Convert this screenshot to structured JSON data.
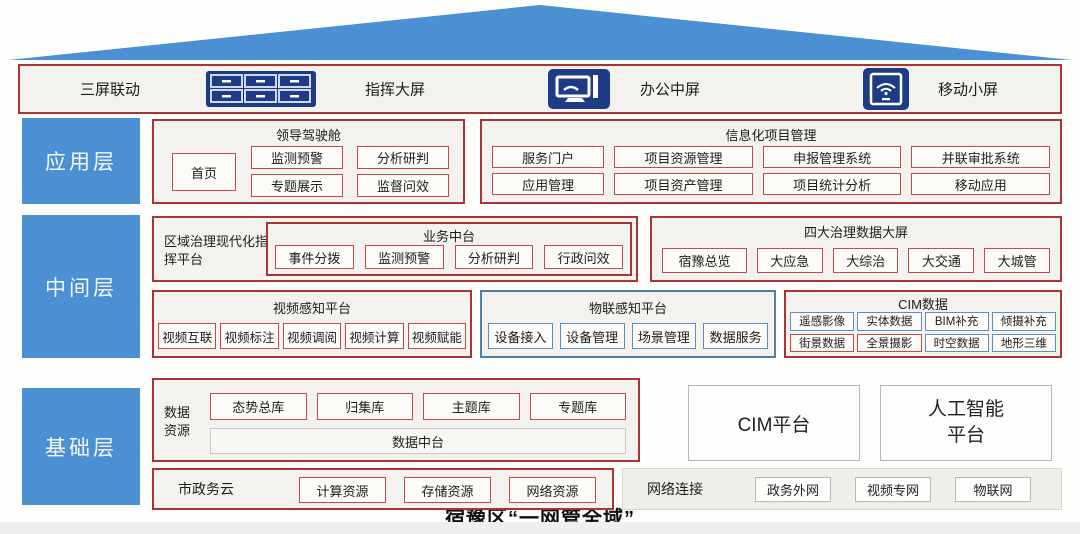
{
  "title": "宿豫区“一网管全域”",
  "top_bar": {
    "screen_linkage": "三屏联动",
    "command_screen": "指挥大屏",
    "office_screen": "办公中屏",
    "mobile_screen": "移动小屏"
  },
  "app_layer": {
    "label": "应用层",
    "cockpit": {
      "title": "领导驾驶舱",
      "home": "首页",
      "items": [
        "监测预警",
        "分析研判",
        "专题展示",
        "监督问效"
      ]
    },
    "project": {
      "title": "信息化项目管理",
      "items": [
        "服务门户",
        "项目资源管理",
        "申报管理系统",
        "并联审批系统",
        "应用管理",
        "项目资产管理",
        "项目统计分析",
        "移动应用"
      ]
    }
  },
  "mid_layer": {
    "label": "中间层",
    "command_platform": {
      "label": "区域治理现代化指挥平台",
      "business": {
        "title": "业务中台",
        "items": [
          "事件分拨",
          "监测预警",
          "分析研判",
          "行政问效"
        ]
      }
    },
    "gov_screens": {
      "title": "四大治理数据大屏",
      "items": [
        "宿豫总览",
        "大应急",
        "大综治",
        "大交通",
        "大城管"
      ]
    },
    "video": {
      "title": "视频感知平台",
      "items": [
        "视频互联",
        "视频标注",
        "视频调阅",
        "视频计算",
        "视频赋能"
      ]
    },
    "iot": {
      "title": "物联感知平台",
      "items": [
        "设备接入",
        "设备管理",
        "场景管理",
        "数据服务"
      ]
    },
    "cim": {
      "title": "CIM数据",
      "row1": [
        "遥感影像",
        "实体数据",
        "BIM补充",
        "倾摄补充"
      ],
      "row2": [
        "街景数据",
        "全景摄影",
        "时空数据",
        "地形三维"
      ]
    }
  },
  "base_layer": {
    "label": "基础层",
    "data_res": {
      "label": "数据资源",
      "items": [
        "态势总库",
        "归集库",
        "主题库",
        "专题库"
      ],
      "platform": "数据中台"
    },
    "cim_platform": "CIM平台",
    "ai_platform": "人工智能平台",
    "cloud": {
      "label": "市政务云",
      "items": [
        "计算资源",
        "存储资源",
        "网络资源"
      ]
    },
    "network": {
      "label": "网络连接",
      "items": [
        "政务外网",
        "视频专网",
        "物联网"
      ]
    }
  },
  "colors": {
    "accent_blue": "#4a90d2",
    "border_red": "#a83434",
    "border_red_light": "#c14b4b",
    "border_blue": "#5b8fbe",
    "icon_navy": "#1e3c86",
    "panel_bg": "#f4f2ee"
  }
}
